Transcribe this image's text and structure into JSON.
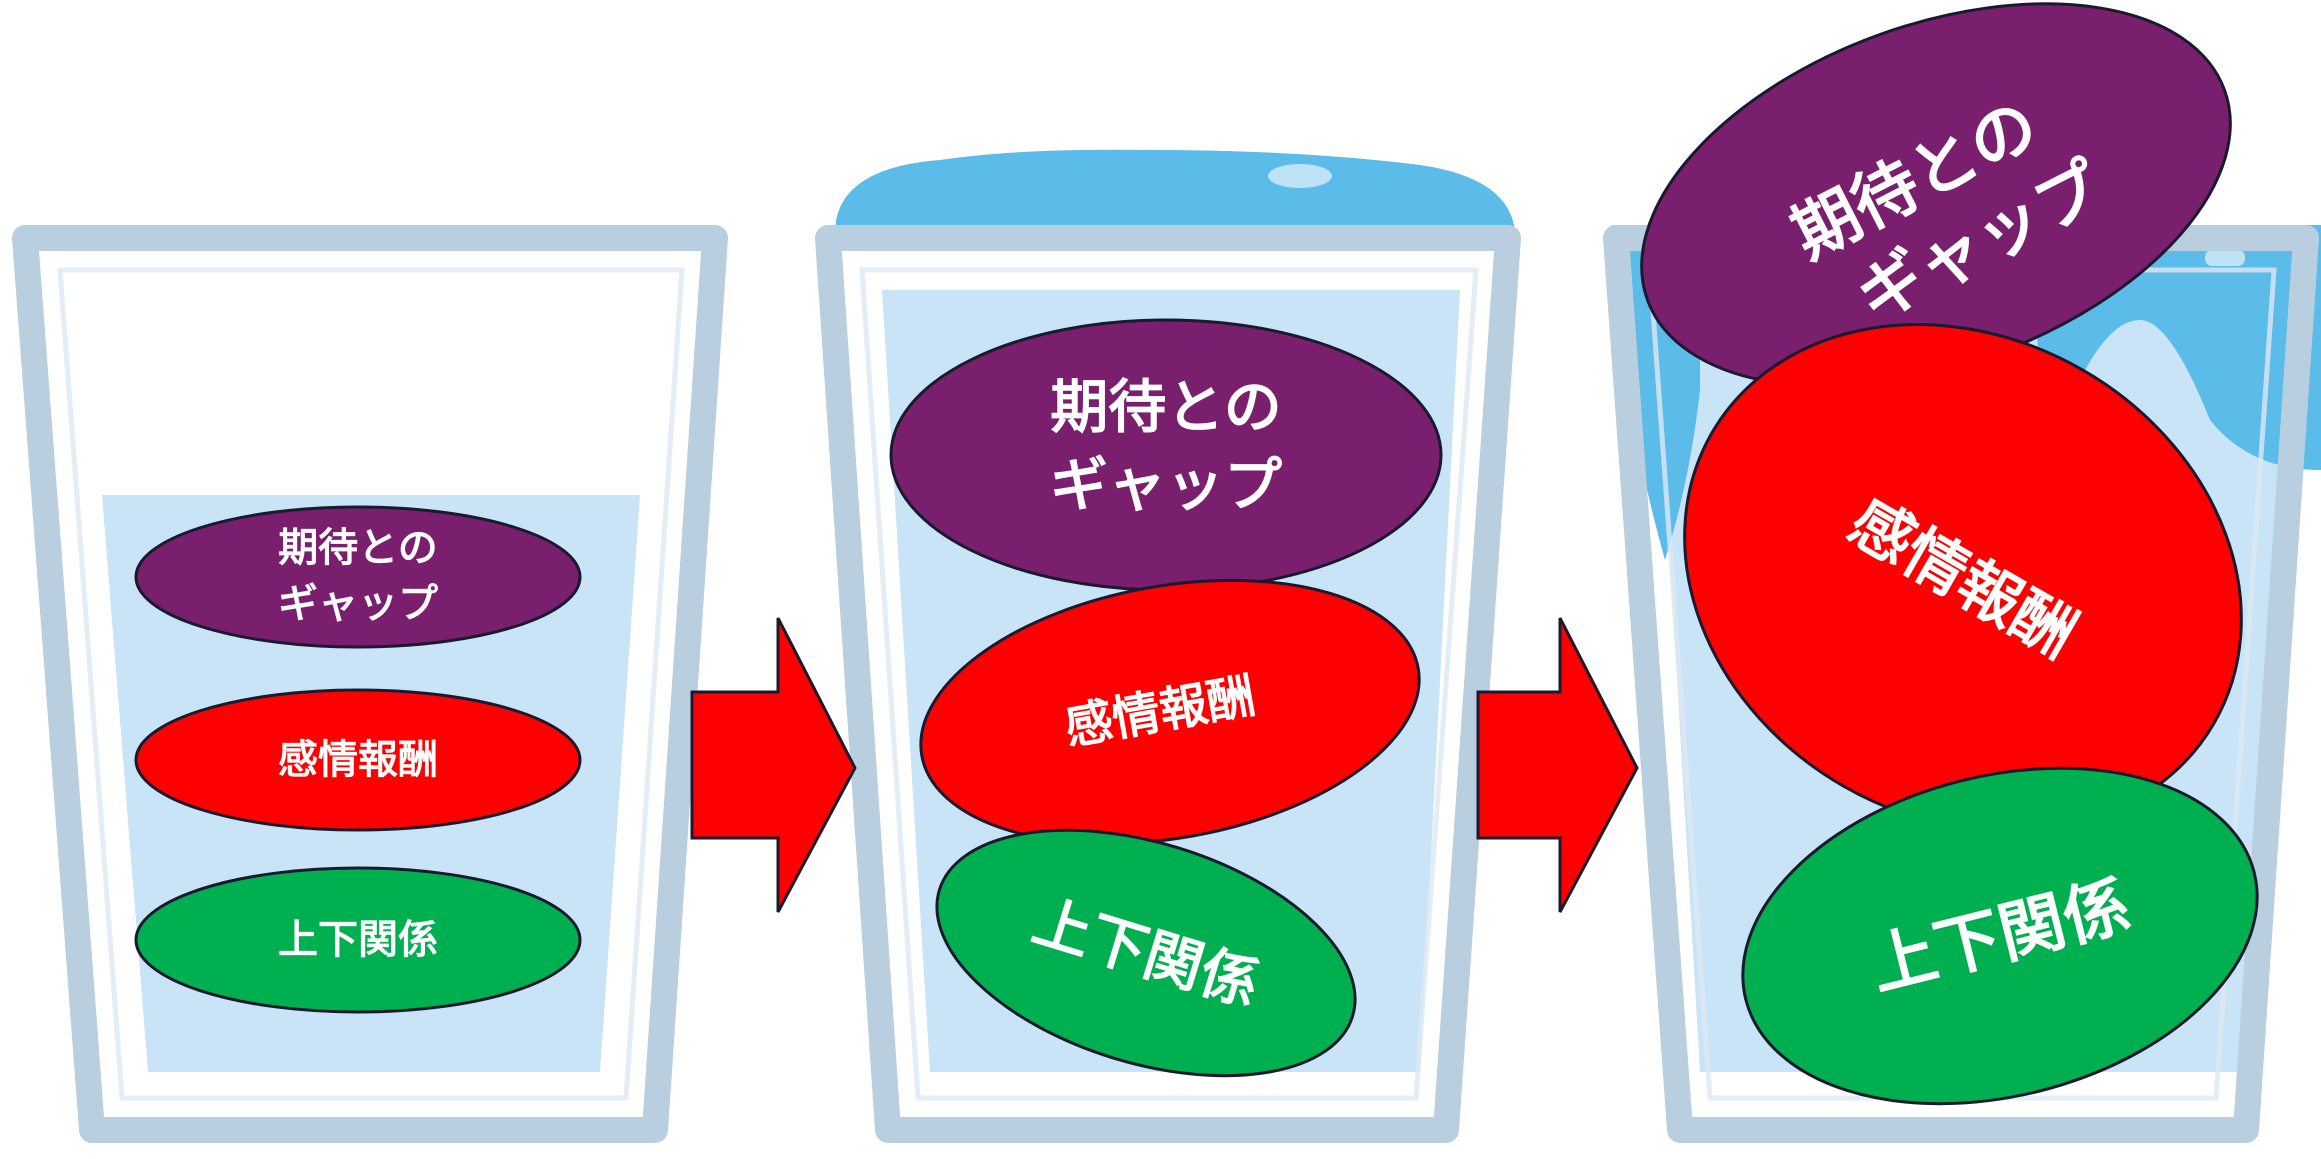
{
  "labels": {
    "gap_line1": "期待との",
    "gap_line2": "ギャップ",
    "emotional_reward": "感情報酬",
    "hierarchy": "上下関係"
  },
  "colors": {
    "gap": "#7a1f6e",
    "emotional_reward": "#ff0000",
    "hierarchy": "#00b050",
    "arrow": "#ff0000",
    "glass_outline": "#b9cfe0",
    "water": "#c9e4f6",
    "water_overflow": "#5bbbe9",
    "label_text": "#ffffff",
    "oval_outline": "#1a1a2e"
  }
}
